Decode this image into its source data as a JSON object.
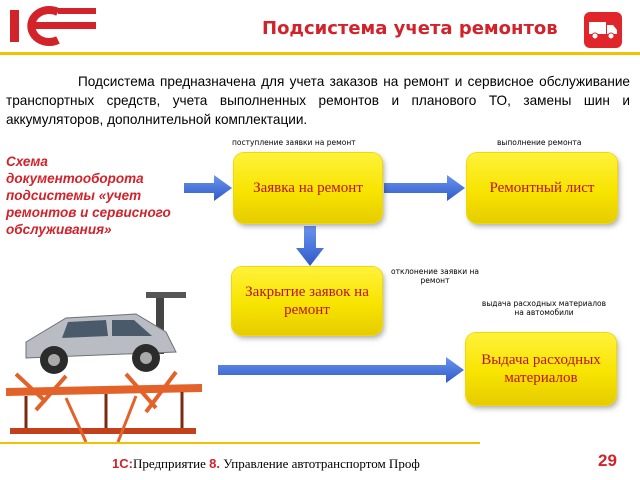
{
  "header": {
    "logo_text": "1С",
    "title": "Подсистема учета ремонтов"
  },
  "intro": "Подсистема предназначена для учета заказов на ремонт и сервисное обслуживание транспортных средств, учета выполненных ремонтов и планового ТО, замены шин и аккумуляторов, дополнительной комплектации.",
  "schema_heading": "Схема документооборота подсистемы «учет ремонтов и сервисного обслуживания»",
  "boxes": {
    "request": "Заявка на ремонт",
    "sheet": "Ремонтный лист",
    "closing": "Закрытие заявок на ремонт",
    "materials": "Выдача расходных материалов"
  },
  "labels": {
    "incoming": "поступление заявки на ремонт",
    "done": "выполнение ремонта",
    "reject": "отклонение заявки на ремонт",
    "issue": "выдача расходных материалов на автомобили"
  },
  "footer": {
    "prefix": "1С:",
    "part1": "Предприятие ",
    "version": "8.",
    "part2": " Управление автотранспортом Проф",
    "page": "29"
  },
  "colors": {
    "accent": "#d2222a",
    "box": "#f7e400",
    "arrow": "#3f6fd8"
  },
  "icons": [
    "logo-1c",
    "truck-icon",
    "car-lift-image"
  ]
}
